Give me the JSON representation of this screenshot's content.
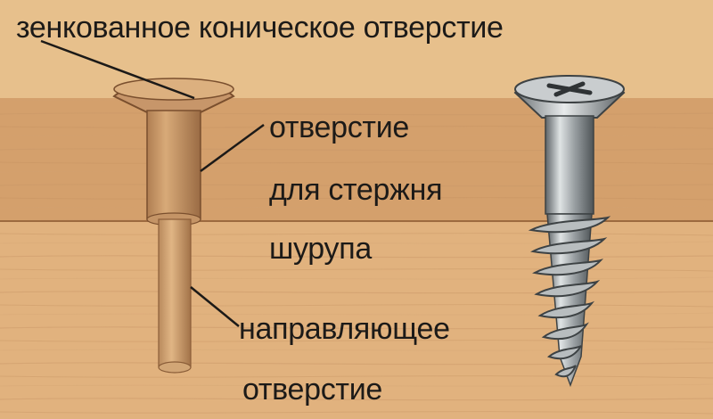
{
  "labels": {
    "countersink": "зенкованное коническое отверстие",
    "shank_hole": [
      "отверстие",
      "для стержня",
      "шурупа"
    ],
    "pilot_hole": [
      "направляющее",
      "отверстие"
    ]
  },
  "icons": {
    "screw": "screw-icon"
  },
  "colors": {
    "wood_top": "#e7c08c",
    "wood_board_upper": "#d4a06c",
    "wood_board_lower": "#e1b27e",
    "hole_interior": "#c9976a",
    "metal": "#9aa0a3",
    "text": "#1c1a18"
  }
}
